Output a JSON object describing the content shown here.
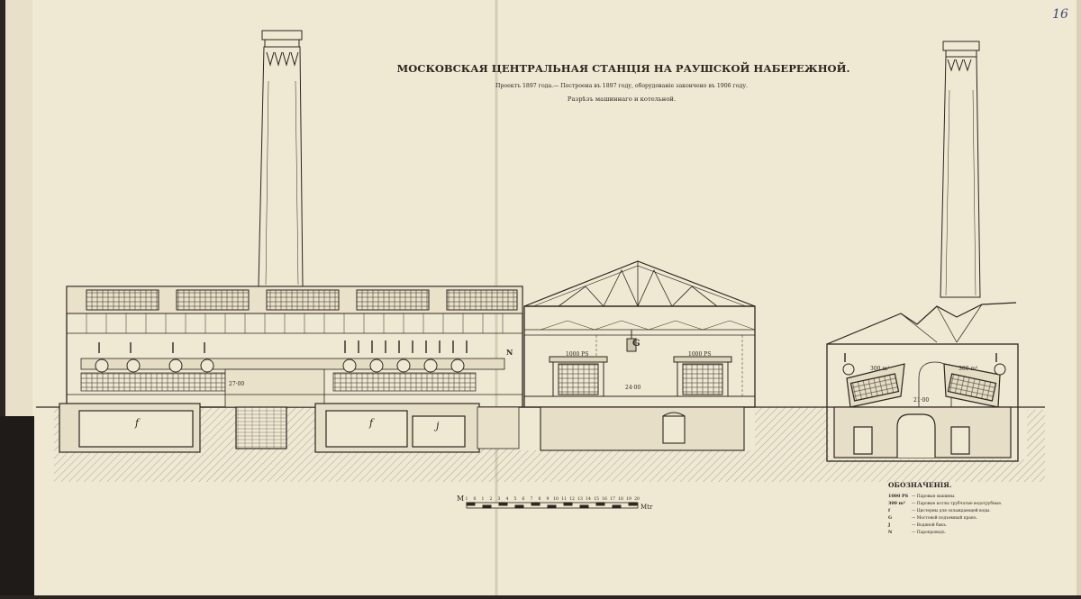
{
  "drawing": {
    "title": "МОСКОВСКАЯ ЦЕНТРАЛЬНАЯ СТАНЦІЯ НА РАУШСКОЙ НАБЕРЕЖНОЙ.",
    "subtitle": "Проектъ 1897 года.— Построена въ 1897 году, оборудованіе закончено въ 1906 году.",
    "section_caption": "Разрѣзъ машиннаго и котельной.",
    "page_number": "16"
  },
  "labels": {
    "f_left": "f",
    "f_mid": "f",
    "j": "j",
    "g": "G",
    "n": "N",
    "engine_hp_1": "1000 PS",
    "engine_hp_2": "1000 PS",
    "boiler_1": "300 m²",
    "boiler_2": "300 m²",
    "dim_1": "24·00",
    "dim_2": "21·00",
    "dim_3": "27·00"
  },
  "scale_bar": {
    "left_label": "M",
    "right_label": "Mtr",
    "ticks": [
      "1",
      "0",
      "1",
      "2",
      "3",
      "4",
      "5",
      "6",
      "7",
      "8",
      "9",
      "10",
      "11",
      "12",
      "13",
      "14",
      "15",
      "16",
      "17",
      "18",
      "19",
      "20"
    ]
  },
  "legend": {
    "heading": "ОБОЗНАЧЕНІЯ.",
    "items": [
      {
        "key": "1000 PS",
        "text": "— Паровыя машины."
      },
      {
        "key": "300 m²",
        "text": "— Паровые котлы трубчатые водотрубные."
      },
      {
        "key": "f",
        "text": "— Цистерны для охлаждающей воды."
      },
      {
        "key": "G",
        "text": "— Мостовой подъемный кранъ."
      },
      {
        "key": "J",
        "text": "— Водяной бакъ."
      },
      {
        "key": "N",
        "text": "— Паропроводъ."
      }
    ]
  },
  "colors": {
    "paper": "#efe8d3",
    "ink": "#2c2620",
    "ground": "#ded6bf",
    "binding": "#1f1b18"
  }
}
